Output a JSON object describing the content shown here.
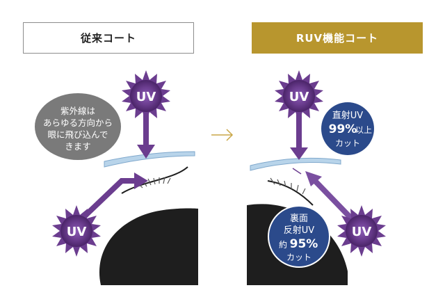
{
  "headers": {
    "left": "従来コート",
    "right": "RUV機能コート"
  },
  "left_panel": {
    "uv_top": "UV",
    "uv_bottom": "UV",
    "bubble_lines": [
      "紫外線は",
      "あらゆる方向から",
      "眼に飛び込んで",
      "きます"
    ]
  },
  "right_panel": {
    "uv_top": "UV",
    "uv_bottom": "UV",
    "direct_badge": {
      "line1": "直射UV",
      "percent": "99%",
      "suffix": "以上",
      "line3": "カット"
    },
    "back_badge": {
      "line1": "裏面",
      "line2": "反射UV",
      "prefix": "約",
      "percent": "95%",
      "line4": "カット"
    }
  },
  "colors": {
    "uv_purple": "#6b3d8f",
    "arrow_purple": "#7a4fa0",
    "badge_blue": "#2b4a8b",
    "bubble_gray": "#7a7a7a",
    "gold": "#b8962e",
    "face_dark": "#1e1e1e",
    "lens_blue": "#b8d4ea"
  }
}
